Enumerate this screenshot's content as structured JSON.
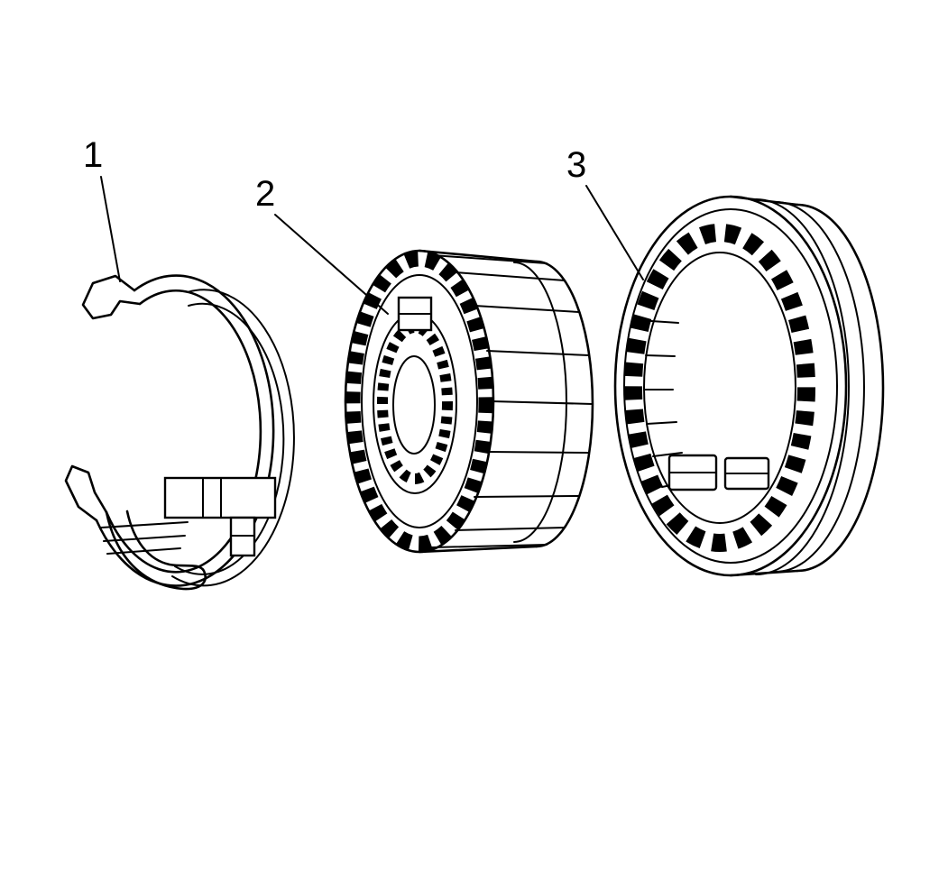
{
  "figure": {
    "background_color": "#ffffff",
    "line_color": "#000000",
    "callouts": [
      {
        "label": "1"
      },
      {
        "label": "2"
      },
      {
        "label": "3"
      }
    ]
  }
}
